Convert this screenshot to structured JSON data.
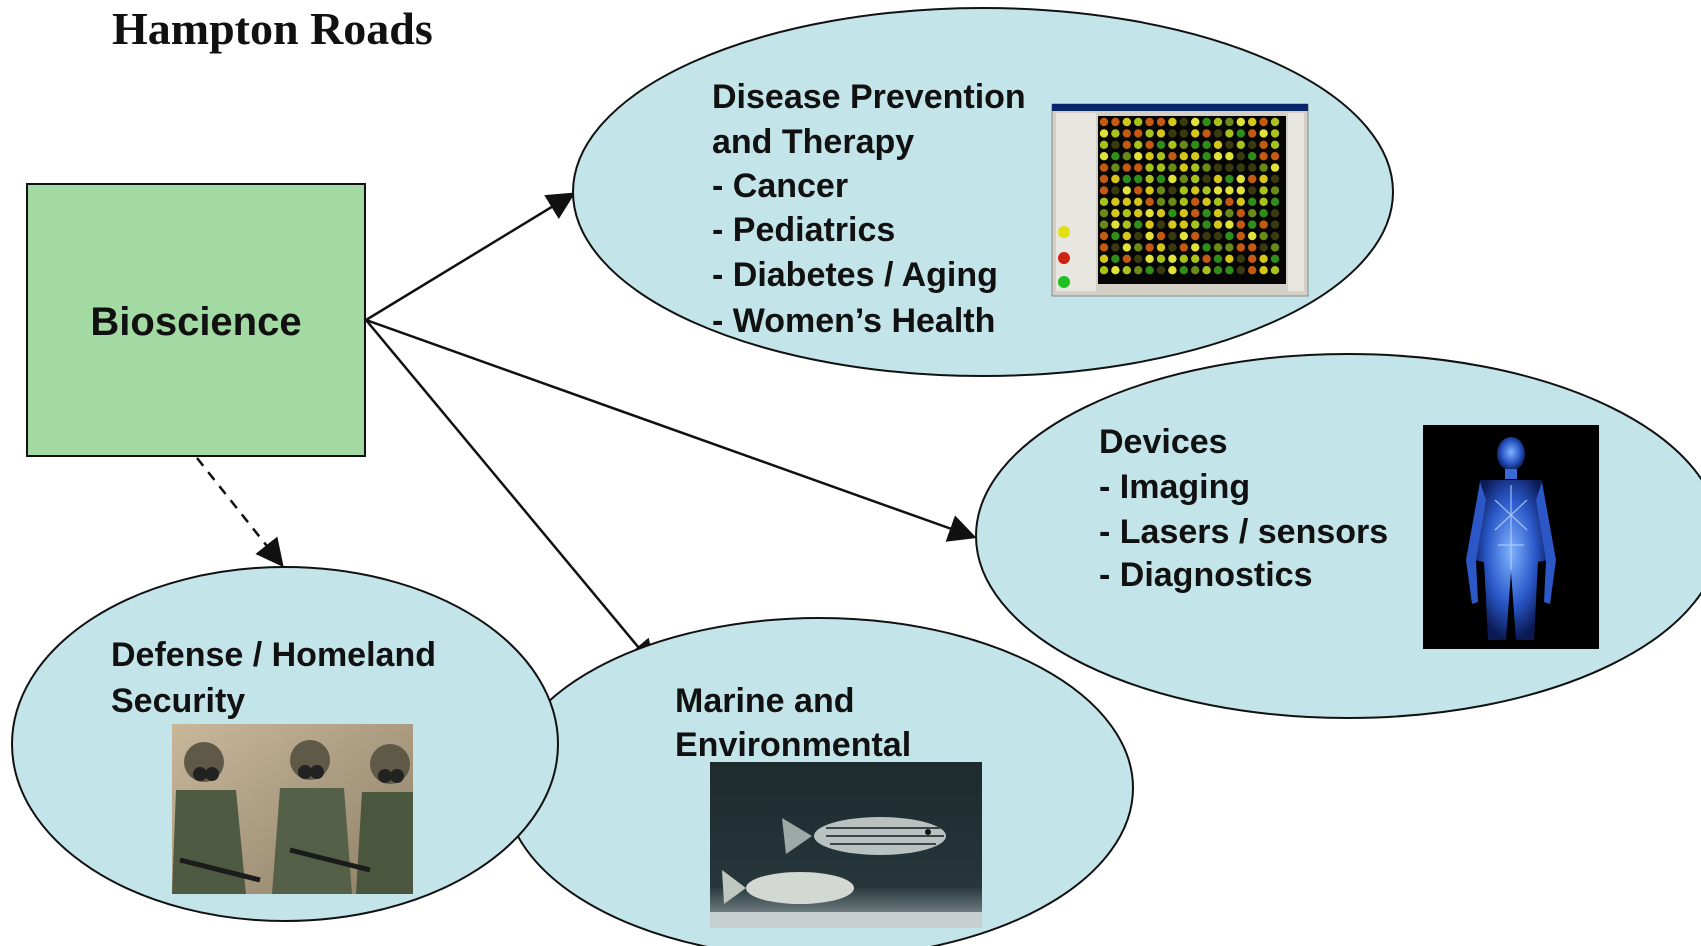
{
  "title": "Hampton Roads",
  "colors": {
    "box_fill": "#a3d9a3",
    "ellipse_fill": "#c3e4e8",
    "stroke": "#111111"
  },
  "hub": {
    "label": "Bioscience"
  },
  "nodes": {
    "disease": {
      "lines": [
        "Disease Prevention",
        "and Therapy",
        "- Cancer",
        "- Pediatrics",
        "- Diabetes / Aging",
        "- Women’s Health"
      ],
      "image": "microarray-software-screenshot"
    },
    "devices": {
      "lines": [
        "Devices",
        "- Imaging",
        "- Lasers / sensors",
        "- Diagnostics"
      ],
      "image": "human-body-blue-xray-figure"
    },
    "marine": {
      "lines": [
        "Marine and",
        "Environmental"
      ],
      "image": "striped-bass-fish-photo"
    },
    "defense": {
      "lines": [
        "Defense / Homeland",
        "Security"
      ],
      "image": "soldiers-in-gas-masks-photo"
    }
  }
}
